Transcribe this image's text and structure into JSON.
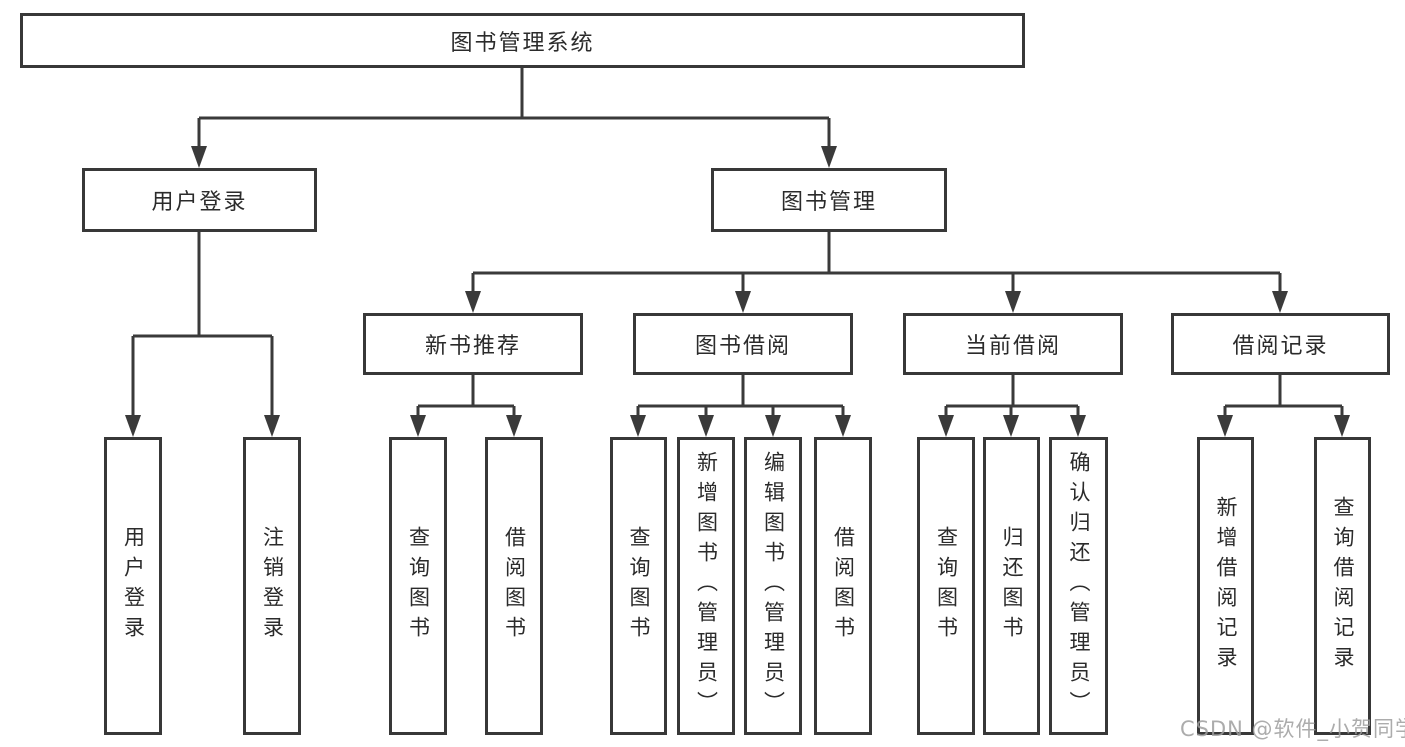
{
  "diagram": {
    "title_node": {
      "label": "图书管理系统"
    },
    "user_login": {
      "label": "用户登录",
      "children": [
        {
          "label": "用户登录"
        },
        {
          "label": "注销登录"
        }
      ]
    },
    "book_mgmt": {
      "label": "图书管理",
      "children": [
        {
          "label": "新书推荐",
          "children": [
            {
              "label": "查询图书"
            },
            {
              "label": "借阅图书"
            }
          ]
        },
        {
          "label": "图书借阅",
          "children": [
            {
              "label": "查询图书"
            },
            {
              "label": "新增图书（管理员）"
            },
            {
              "label": "编辑图书（管理员）"
            },
            {
              "label": "借阅图书"
            }
          ]
        },
        {
          "label": "当前借阅",
          "children": [
            {
              "label": "查询图书"
            },
            {
              "label": "归还图书"
            },
            {
              "label": "确认归还（管理员）"
            }
          ]
        },
        {
          "label": "借阅记录",
          "children": [
            {
              "label": "新增借阅记录"
            },
            {
              "label": "查询借阅记录"
            }
          ]
        }
      ]
    }
  },
  "watermark": {
    "text": "CSDN @软件_小贺同学"
  },
  "colors": {
    "line": "#3a3a3a",
    "border": "#383838",
    "text": "#2b2b2b",
    "watermark": "#9e9e9e",
    "background": "#ffffff"
  }
}
